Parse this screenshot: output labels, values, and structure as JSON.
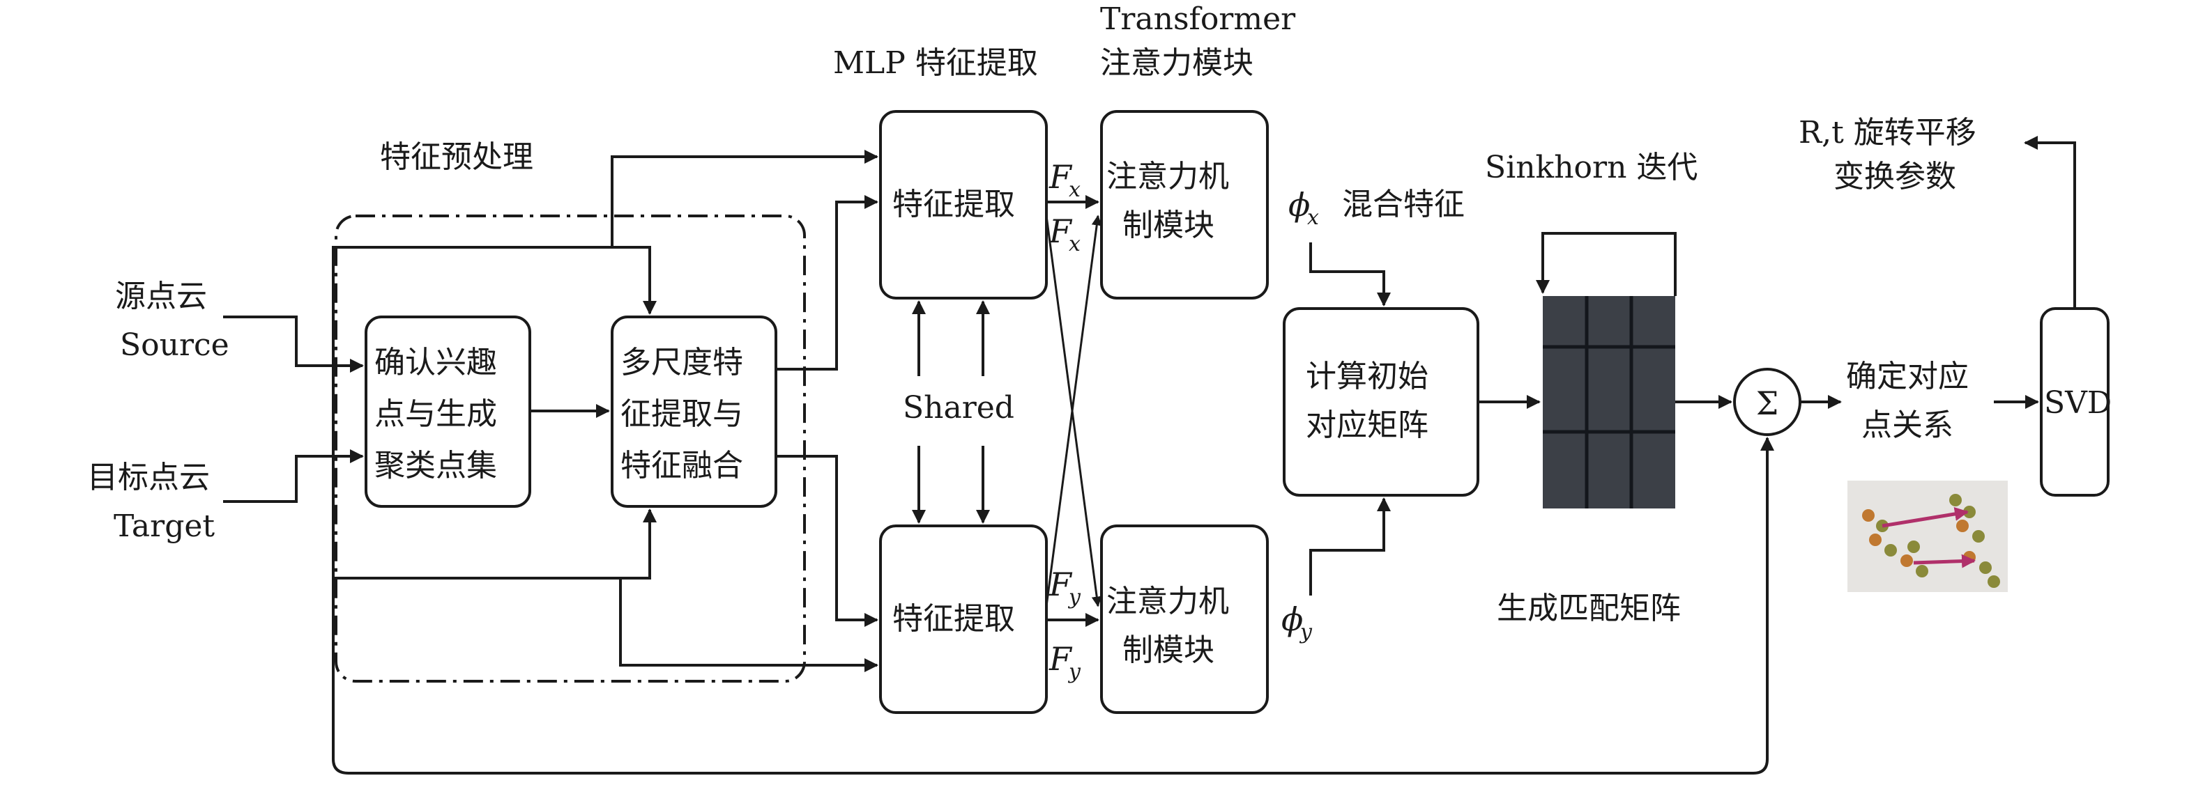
{
  "labels": {
    "preprocess": "特征预处理",
    "mlp": "MLP 特征提取",
    "transformer_en": "Transformer",
    "transformer_cn": "注意力模块",
    "sinkhorn": "Sinkhorn 迭代",
    "rt_line1": "R,t 旋转平移",
    "rt_line2": "变换参数",
    "source_cn": "源点云",
    "source_en": "Source",
    "target_cn": "目标点云",
    "target_en": "Target",
    "shared": "Shared",
    "mixed": "混合特征",
    "gen_match": "生成匹配矩阵",
    "sigma": "Σ"
  },
  "boxes": {
    "interest": [
      "确认兴趣",
      "点与生成",
      "聚类点集"
    ],
    "multiscale": [
      "多尺度特",
      "征提取与",
      "特征融合"
    ],
    "extract_top": "特征提取",
    "extract_bottom": "特征提取",
    "attn_top": [
      "注意力机",
      "制模块"
    ],
    "attn_bottom": [
      "注意力机",
      "制模块"
    ],
    "init": [
      "计算初始",
      "对应矩阵"
    ],
    "correspond": [
      "确定对应",
      "点关系"
    ],
    "svd": "SVD"
  },
  "math": {
    "F": "F",
    "x": "x",
    "y": "y",
    "phi": "ϕ"
  },
  "colors": {
    "line": "#1a1a1a",
    "matrix": "#3c4047",
    "matrix_grid": "#14171c",
    "arrow_pink": "#b0306a",
    "dot_olive": "#8a8a3a",
    "dot_orange": "#c07830"
  }
}
